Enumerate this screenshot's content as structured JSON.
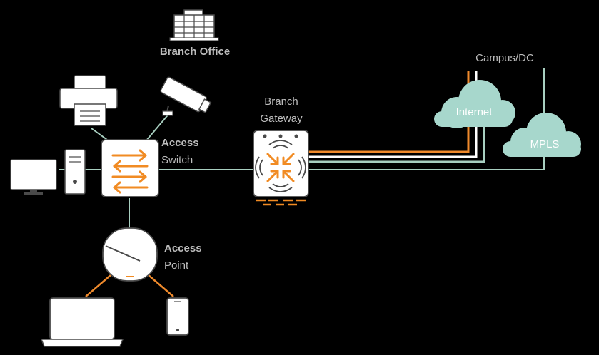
{
  "labels": {
    "branch_office": "Branch Office",
    "campus_dc": "Campus/DC",
    "internet": "Internet",
    "mpls": "MPLS",
    "branch_gateway_line1": "Branch",
    "branch_gateway_line2": "Gateway",
    "access_switch_line1": "Access",
    "access_switch_line2": "Switch",
    "access_point_line1": "Access",
    "access_point_line2": "Point"
  },
  "colors": {
    "background": "#000000",
    "link_green": "#a8cfc0",
    "link_orange": "#ef8a2c",
    "cloud": "#a7d7cc",
    "device_fill": "#ffffff",
    "device_stroke": "#4a4a4a",
    "accent": "#f18b23"
  },
  "icons": [
    "building-icon",
    "printer-icon",
    "security-camera-icon",
    "monitor-icon",
    "desktop-tower-icon",
    "access-switch-icon",
    "access-point-icon",
    "branch-gateway-icon",
    "laptop-icon",
    "smartphone-icon",
    "internet-cloud-icon",
    "mpls-cloud-icon"
  ]
}
